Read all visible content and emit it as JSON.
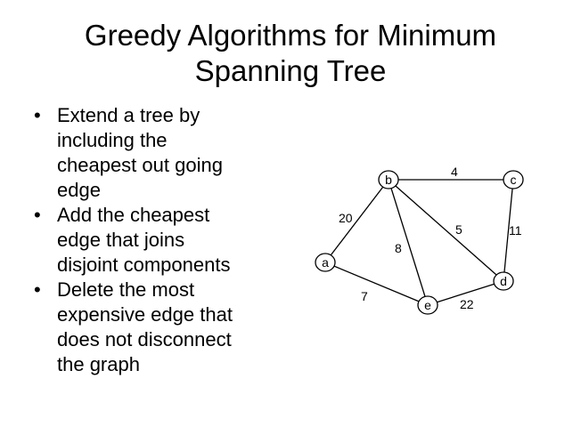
{
  "slide": {
    "title_lines": [
      "Greedy Algorithms for Minimum",
      "Spanning Tree"
    ],
    "bullets": [
      {
        "lines": [
          "Extend a tree by",
          "including the",
          "cheapest out going",
          "edge"
        ]
      },
      {
        "lines": [
          "Add the cheapest",
          "edge that joins",
          "disjoint components"
        ]
      },
      {
        "lines": [
          "Delete the most",
          "expensive edge that",
          "does not disconnect",
          "the graph"
        ]
      }
    ],
    "bullet_glyph": "•"
  },
  "graph": {
    "nodes": [
      {
        "id": "a",
        "label": "a"
      },
      {
        "id": "b",
        "label": "b"
      },
      {
        "id": "c",
        "label": "c"
      },
      {
        "id": "d",
        "label": "d"
      },
      {
        "id": "e",
        "label": "e"
      }
    ],
    "edges": [
      {
        "from": "b",
        "to": "c",
        "weight": "4"
      },
      {
        "from": "a",
        "to": "b",
        "weight": "20"
      },
      {
        "from": "b",
        "to": "d",
        "weight": "5"
      },
      {
        "from": "b",
        "to": "e",
        "weight": "8"
      },
      {
        "from": "c",
        "to": "d",
        "weight": "11"
      },
      {
        "from": "a",
        "to": "e",
        "weight": "7"
      },
      {
        "from": "e",
        "to": "d",
        "weight": "22"
      }
    ]
  }
}
